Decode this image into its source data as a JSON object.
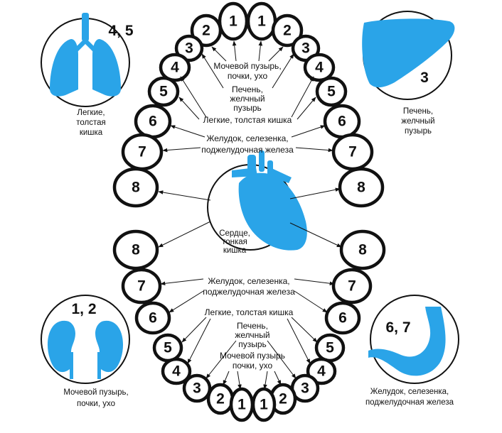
{
  "upper_jaw": {
    "organs_12": "Мочевой пузырь,",
    "organs_12b": "почки, ухо",
    "organs_3a": "Печень,",
    "organs_3b": "желчный",
    "organs_3c": "пузырь",
    "organs_45": "Легкие, толстая кишка",
    "organs_67a": "Желудок, селезенка,",
    "organs_67b": "поджелудочная железа"
  },
  "center": {
    "label_a": "Сердце,",
    "label_b": "тонкая",
    "label_c": "кишка"
  },
  "lower_jaw": {
    "organs_67a": "Желудок, селезенка,",
    "organs_67b": "поджелудочная железа",
    "organs_45": "Легкие, толстая кишка",
    "organs_3a": "Печень,",
    "organs_3b": "желчный",
    "organs_3c": "пузырь",
    "organs_12a": "Мочевой пузырь",
    "organs_12b": "почки, ухо"
  },
  "circles": {
    "lungs": {
      "numbers": "4, 5",
      "caption_a": "Легкие,",
      "caption_b": "толстая",
      "caption_c": "кишка",
      "icon": "lungs-icon"
    },
    "liver": {
      "numbers": "3",
      "caption_a": "Печень,",
      "caption_b": "желчный",
      "caption_c": "пузырь",
      "icon": "liver-icon"
    },
    "kidneys": {
      "numbers": "1, 2",
      "caption_a": "Мочевой пузырь,",
      "caption_b": "почки, ухо",
      "icon": "kidneys-icon"
    },
    "stomach": {
      "numbers": "6, 7",
      "caption_a": "Желудок, селезенка,",
      "caption_b": "поджелудочная железа",
      "icon": "stomach-icon"
    }
  },
  "teeth": {
    "upper_left": [
      "1",
      "2",
      "3",
      "4",
      "5",
      "6",
      "7",
      "8"
    ],
    "upper_right": [
      "1",
      "2",
      "3",
      "4",
      "5",
      "6",
      "7",
      "8"
    ],
    "lower_left": [
      "8",
      "7",
      "6",
      "5",
      "4",
      "3",
      "2",
      "1"
    ],
    "lower_right": [
      "8",
      "7",
      "6",
      "5",
      "4",
      "3",
      "2",
      "1"
    ]
  },
  "colors": {
    "organ": "#2aa4e8",
    "outline": "#111111"
  }
}
